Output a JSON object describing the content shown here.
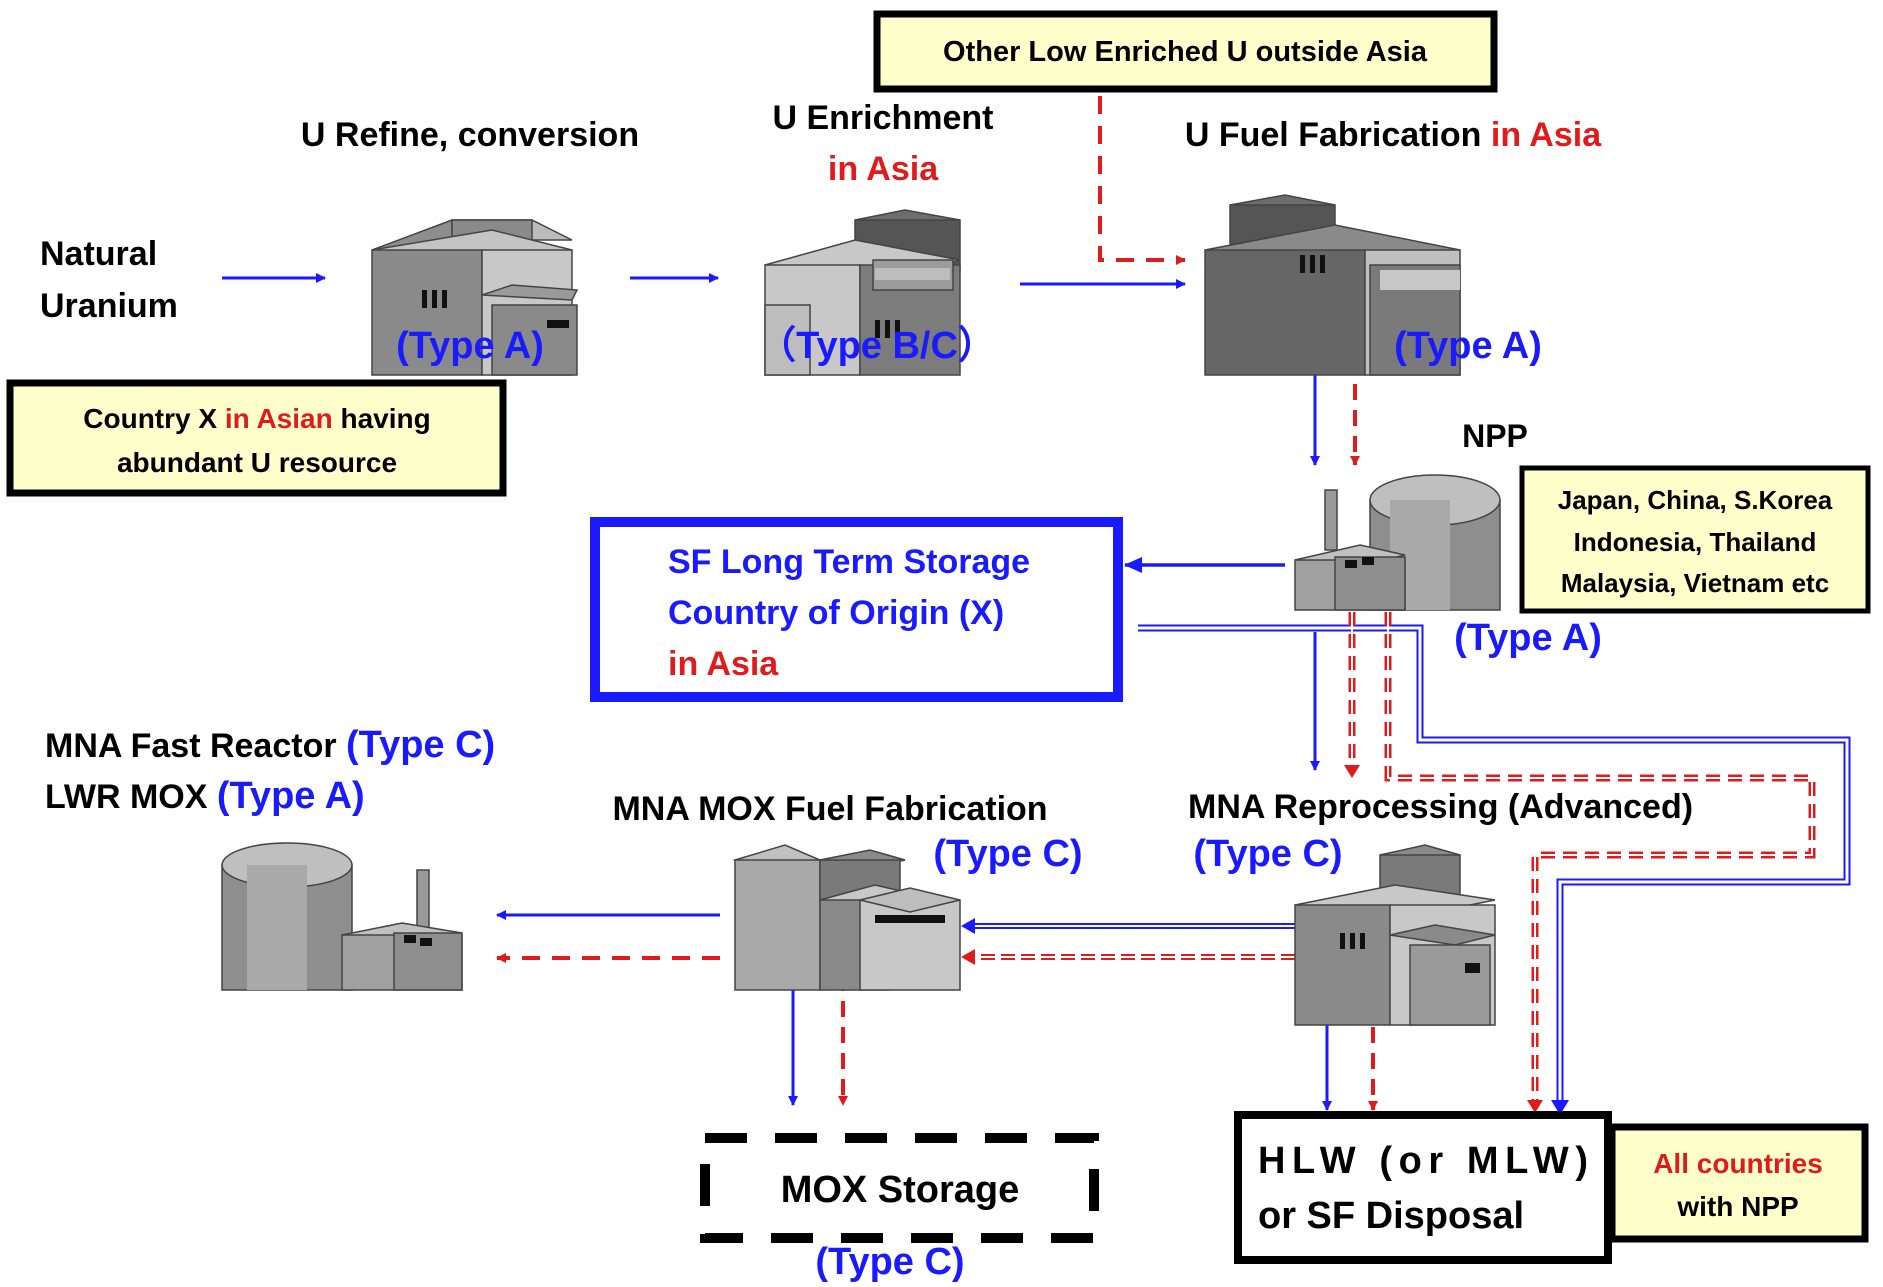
{
  "colors": {
    "blue": "#1a1aff",
    "red": "#e11b1b",
    "black": "#000000",
    "box_fill": "#ffffcc",
    "building_gray": "#a6a6a6"
  },
  "boxes": {
    "other_leu": "Other Low Enriched U outside Asia",
    "country_x": {
      "a": "Country X ",
      "b": "in Asian",
      "c": " having",
      "line2": "abundant U resource"
    },
    "npp_countries": [
      "Japan, China, S.Korea",
      "Indonesia, Thailand",
      "Malaysia, Vietnam etc"
    ],
    "sf_storage": [
      "SF Long Term Storage",
      "Country of Origin (X)",
      "in Asia"
    ],
    "mox_storage": "MOX Storage",
    "hlw": [
      "HLW (or MLW)",
      "or SF Disposal"
    ],
    "all_countries": [
      "All countries",
      "with NPP"
    ]
  },
  "labels": {
    "natural_uranium": [
      "Natural",
      "Uranium"
    ],
    "u_refine": "U Refine, conversion",
    "u_enrichment": [
      "U Enrichment",
      "in Asia"
    ],
    "u_fuel_fab": {
      "a": "U Fuel Fabrication ",
      "b": "in Asia"
    },
    "npp": "NPP",
    "mna_fast_reactor": "MNA Fast Reactor ",
    "lwr_mox": "LWR MOX ",
    "mna_mox_fab": "MNA MOX Fuel Fabrication",
    "mna_reprocessing": "MNA Reprocessing (Advanced)"
  },
  "types": {
    "refine": "(Type A)",
    "enrichment": "（Type B/C）",
    "fuel_fab": "(Type A)",
    "npp": "(Type A)",
    "fast_reactor": "(Type C)",
    "lwr_mox": "(Type A)",
    "mox_fab": "(Type C)",
    "reprocessing": "(Type C)",
    "mox_storage": "(Type C)"
  },
  "icons": [
    "factory-icon",
    "reactor-icon"
  ]
}
